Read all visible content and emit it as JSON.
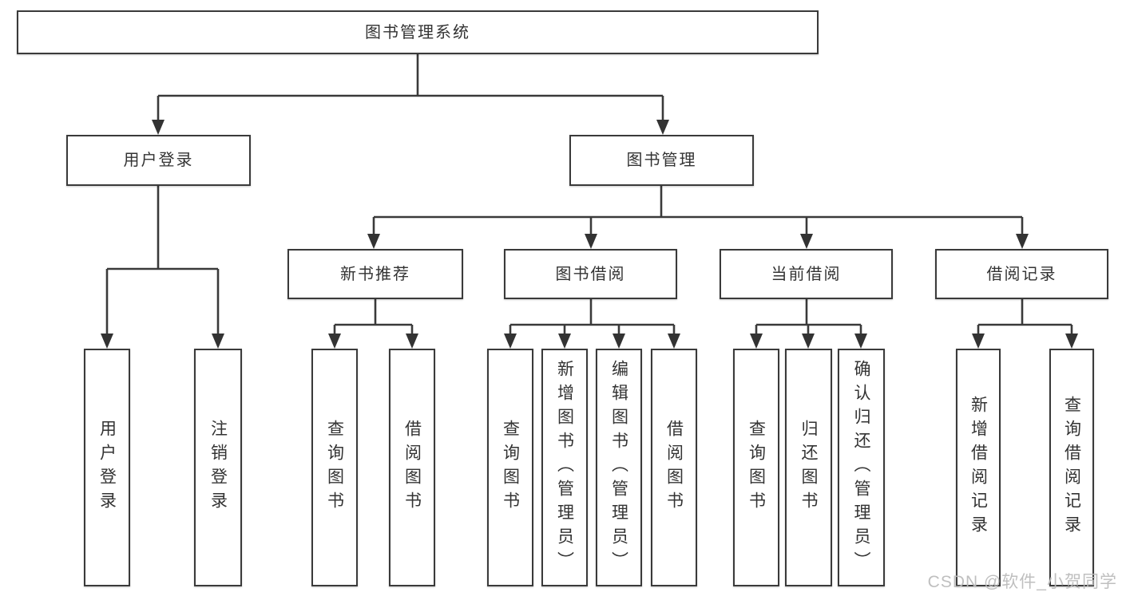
{
  "nodes": {
    "root": {
      "label": "图书管理系统"
    },
    "user_login": {
      "label": "用户登录"
    },
    "book_mgmt": {
      "label": "图书管理"
    },
    "new_book_rec": {
      "label": "新书推荐"
    },
    "book_borrow": {
      "label": "图书借阅"
    },
    "current_borrow": {
      "label": "当前借阅"
    },
    "borrow_record": {
      "label": "借阅记录"
    },
    "leaf_user_login": {
      "label": "用户登录"
    },
    "leaf_logout": {
      "label": "注销登录"
    },
    "leaf_query_book_1": {
      "label": "查询图书"
    },
    "leaf_borrow_book_1": {
      "label": "借阅图书"
    },
    "leaf_query_book_2": {
      "label": "查询图书"
    },
    "leaf_add_book": {
      "label": "新增图书（管理员）"
    },
    "leaf_edit_book": {
      "label": "编辑图书（管理员）"
    },
    "leaf_borrow_book_2": {
      "label": "借阅图书"
    },
    "leaf_query_book_3": {
      "label": "查询图书"
    },
    "leaf_return_book": {
      "label": "归还图书"
    },
    "leaf_confirm_return": {
      "label": "确认归还（管理员）"
    },
    "leaf_add_record": {
      "label": "新增借阅记录"
    },
    "leaf_query_record": {
      "label": "查询借阅记录"
    }
  },
  "hierarchy": {
    "图书管理系统": {
      "用户登录": [
        "用户登录",
        "注销登录"
      ],
      "图书管理": {
        "新书推荐": [
          "查询图书",
          "借阅图书"
        ],
        "图书借阅": [
          "查询图书",
          "新增图书（管理员）",
          "编辑图书（管理员）",
          "借阅图书"
        ],
        "当前借阅": [
          "查询图书",
          "归还图书",
          "确认归还（管理员）"
        ],
        "借阅记录": [
          "新增借阅记录",
          "查询借阅记录"
        ]
      }
    }
  },
  "watermark": {
    "text": "CSDN @软件_小贺同学",
    "color": "#bcbcbc"
  },
  "colors": {
    "line": "#3a3a3a",
    "box_border": "#3a3a3a",
    "box_fill": "#ffffff",
    "text": "#333333",
    "background": "#ffffff"
  }
}
